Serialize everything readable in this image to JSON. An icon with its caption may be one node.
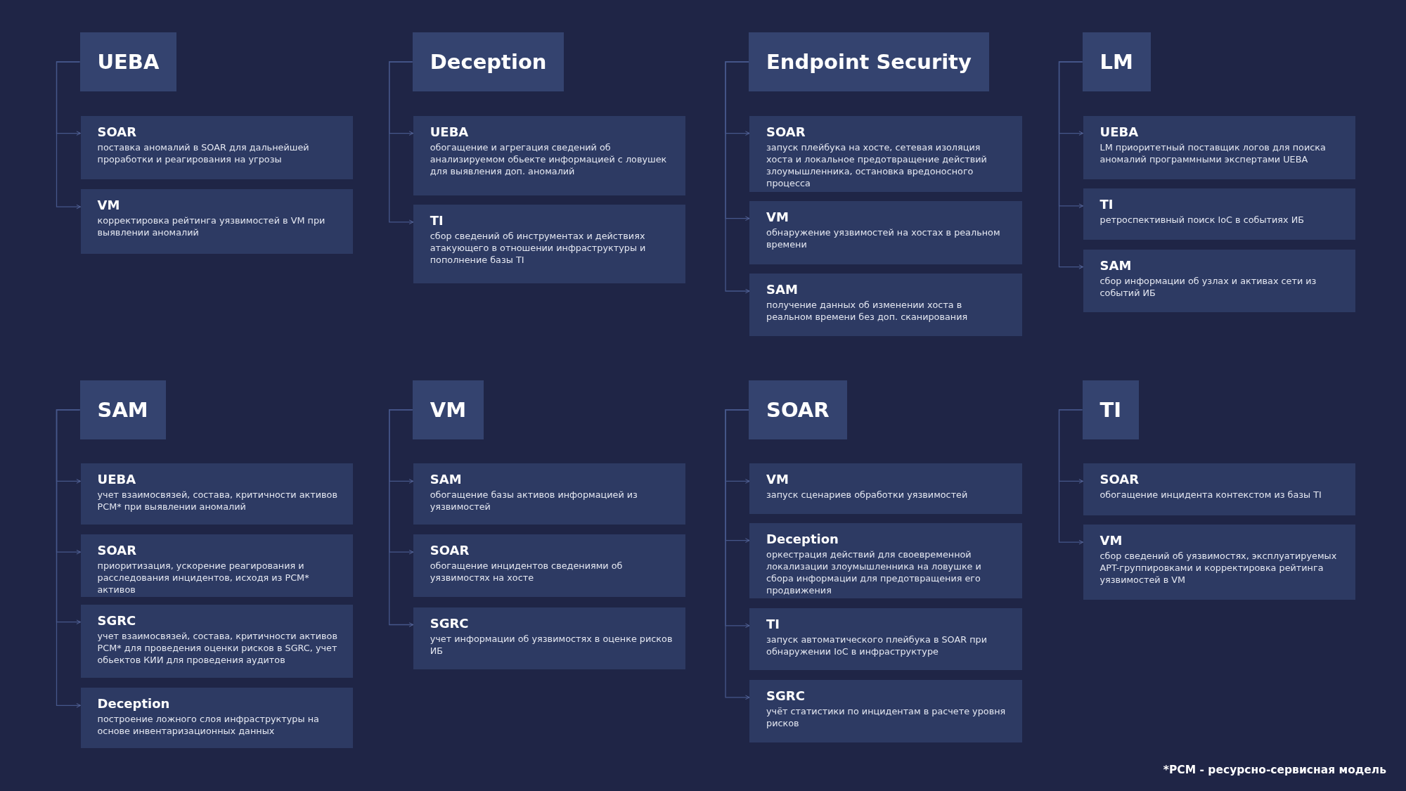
{
  "diagram": {
    "nodes": [
      {
        "text": [
          "UEBA"
        ]
      },
      {
        "text": [
          "SOAR",
          "поставка аномалий в SOAR для дальнейшей проработки и реагирования на угрозы"
        ]
      },
      {
        "text": [
          "VM",
          "корректировка рейтинга уязвимостей в VM при выявлении аномалий"
        ]
      },
      {
        "text": [
          "Deception"
        ]
      },
      {
        "text": [
          "UEBA",
          "обогащение и агрегация сведений об анализируемом обьекте информацией с ловушек для выявления доп. аномалий"
        ]
      },
      {
        "text": [
          "TI",
          "сбор сведений об инструментах и действиях атакующего в отношении  инфраструктуры и пополнение базы TI"
        ]
      },
      {
        "text": [
          "Endpoint Security"
        ]
      },
      {
        "text": [
          "SOAR",
          "запуск плейбука на хосте, сетевая изоляция хоста и локальное предотвращение действий злоумышленника, остановка вредоносного процесса"
        ]
      },
      {
        "text": [
          "VM",
          "обнаружение уязвимостей на хостах в реальном времени"
        ]
      },
      {
        "text": [
          "SAM",
          "получение данных об изменении хоста в реальном времени без доп. сканирования"
        ]
      },
      {
        "text": [
          "LM"
        ]
      },
      {
        "text": [
          "UEBA",
          "LM приоритетный поставщик логов для поиска аномалий программными экспертами UEBA"
        ]
      },
      {
        "text": [
          "TI",
          "ретроспективный поиск IoC в событиях ИБ"
        ]
      },
      {
        "text": [
          "SAM",
          "сбор информации об узлах и активах сети из событий ИБ"
        ]
      },
      {
        "text": [
          "SAM"
        ]
      },
      {
        "text": [
          "UEBA",
          "учет взаимосвязей, состава, критичности активов РСМ* при выявлении аномалий"
        ]
      },
      {
        "text": [
          "SOAR",
          "приоритизация, ускорение реагирования и расследования инцидентов, исходя из РСМ* активов"
        ]
      },
      {
        "text": [
          "SGRC",
          "учет взаимосвязей, состава, критичности активов РСМ* для проведения оценки рисков в SGRC, учет обьектов КИИ для проведения аудитов"
        ]
      },
      {
        "text": [
          "Deception",
          "построение ложного слоя инфраструктуры на основе инвентаризационных данных"
        ]
      },
      {
        "text": [
          "VM"
        ]
      },
      {
        "text": [
          "SAM",
          "обогащение базы активов информацией из уязвимостей"
        ]
      },
      {
        "text": [
          "SOAR",
          "обогащение инцидентов сведениями об уязвимостях на хосте"
        ]
      },
      {
        "text": [
          "SGRC",
          "учет информации об уязвимостях в оценке рисков ИБ"
        ]
      },
      {
        "text": [
          "SOAR"
        ]
      },
      {
        "text": [
          "VM",
          "запуск сценариев обработки уязвимостей"
        ]
      },
      {
        "text": [
          "Deception",
          "оркестрация действий для своевременной локализации злоумышленника на ловушке и сбора информации для предотвращения его продвижения"
        ]
      },
      {
        "text": [
          "TI",
          "запуск автоматического плейбука в SOAR при обнаружении IoC в инфраструктуре"
        ]
      },
      {
        "text": [
          "SGRC",
          "учёт статистики по инцидентам в расчете уровня рисков"
        ]
      },
      {
        "text": [
          "TI"
        ]
      },
      {
        "text": [
          "SOAR",
          "обогащение инцидента контекстом из базы TI"
        ]
      },
      {
        "text": [
          "VM",
          "сбор сведений об уязвимостях, эксплуатируемых APT-группировками и корректировка рейтинга уязвимостей в VM"
        ]
      }
    ],
    "edges": [
      {
        "from": 0,
        "to": 1,
        "arrow": "to"
      },
      {
        "from": 0,
        "to": 2,
        "arrow": "to"
      },
      {
        "from": 3,
        "to": 4,
        "arrow": "to"
      },
      {
        "from": 3,
        "to": 5,
        "arrow": "to"
      },
      {
        "from": 6,
        "to": 7,
        "arrow": "to"
      },
      {
        "from": 6,
        "to": 8,
        "arrow": "to"
      },
      {
        "from": 6,
        "to": 9,
        "arrow": "to"
      },
      {
        "from": 10,
        "to": 11,
        "arrow": "to"
      },
      {
        "from": 10,
        "to": 12,
        "arrow": "to"
      },
      {
        "from": 10,
        "to": 13,
        "arrow": "to"
      },
      {
        "from": 14,
        "to": 15,
        "arrow": "to"
      },
      {
        "from": 14,
        "to": 16,
        "arrow": "to"
      },
      {
        "from": 14,
        "to": 17,
        "arrow": "to"
      },
      {
        "from": 14,
        "to": 18,
        "arrow": "to"
      },
      {
        "from": 19,
        "to": 20,
        "arrow": "to"
      },
      {
        "from": 19,
        "to": 21,
        "arrow": "to"
      },
      {
        "from": 19,
        "to": 22,
        "arrow": "to"
      },
      {
        "from": 23,
        "to": 24,
        "arrow": "to"
      },
      {
        "from": 23,
        "to": 25,
        "arrow": "to"
      },
      {
        "from": 23,
        "to": 26,
        "arrow": "to"
      },
      {
        "from": 23,
        "to": 27,
        "arrow": "to"
      },
      {
        "from": 28,
        "to": 29,
        "arrow": "to"
      },
      {
        "from": 28,
        "to": 30,
        "arrow": "to"
      }
    ],
    "labels": [
      "*РСМ - ресурсно-сервисная модель"
    ]
  }
}
